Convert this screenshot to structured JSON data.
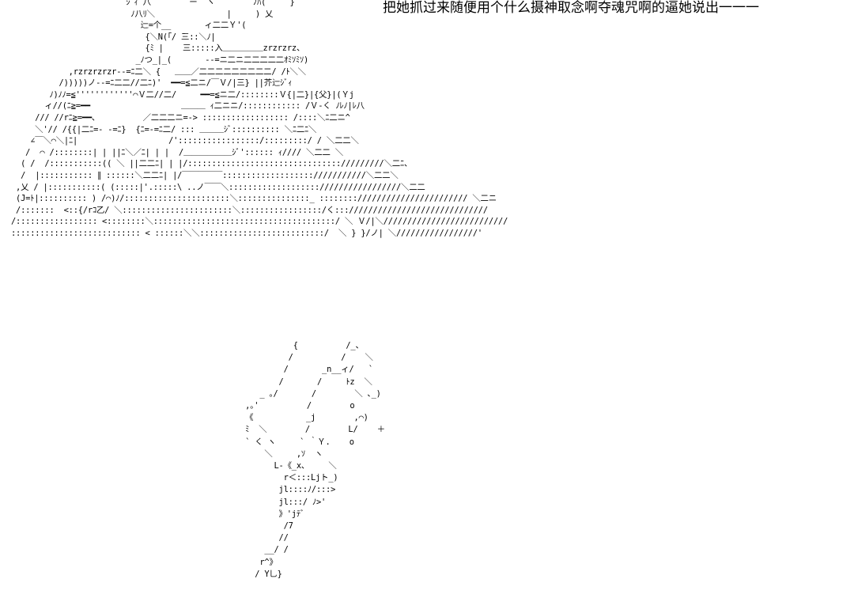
{
  "caption": "把她抓过来随便用个什么摄神取念啊夺魂咒啊的逼她说出一一一",
  "art": {
    "top": "                        ｼﾞｨ 八        ー  ヽ        ﾉﾊ(     }\n                         ﾉ八ﾘ＼               |     ) 乂\n                           辷=个__       ィ二二Ｙ'(\n                            {＼N(「/ ̄三::＼ﾉ|\n                            {ﾐ |    三:::::入＿＿＿＿＿zrzrzrz、\n                          _ﾉつ_|_(       --=ニ二ニ二二二二二ｵﾐｿﾐｿ)\n            ,rzrzrzrzr--=ﾆ二＼ {   ＿＿／二二二二二二二二二/ /ﾄ＼＼\n          /)))))ノ--=ﾆ二二//二ﾆ)'  ━━=≦二ニ/￣Ｖ/|三} ||芥辷ｼﾞｨ\n        ﾉ)ﾉﾉ=≦''''''''''''⌒Ｖ二//二/     ━━=≦ニ二/::::::::Ｖ{|二}|{父}|(Ｙj\n       ィ//(ﾆ≧=━━                   ＿＿＿ ｨ二ニニ/:::::::::::: /Ｖ-く ﾉﾚﾉ|ﾚ八\n     /// //rﾆ≧=━━、         ／二二二ニ=-> :::::::::::::::::: /::::＼ﾆ二ニ^\n     ＼'// /{{|二ﾆ=- -=ﾆ}  {ﾆ=-=ﾆ二/ ::: ＿＿＿ｼﾞ:::::::::: ＼ﾆ二ﾆ＼\n    ∠￣＼⌒＼|ﾆ|                   /':::::::::::::::::/:::::::::/ / ＼二二＼\n   /  ⌒ /::::::::| | ||ﾆ＼／ﾆ| | |  /＿＿＿＿＿＿ｼﾞ':::::: ｨ//// ＼二二 ＼\n  ( /  /:::::::::::(( ＼ ||二二ﾆ| | |/:::::::::::::::::::::::::::::::://///////＼二ﾆ、\n  /  |::::::::::: ∥ ::::::＼二二ﾆ| |/￣￣￣￣￣:::::::::::::::::::///////////＼二二＼\n ,乂 / |:::::::::::( (:::::|'.:::::\\ ..ノ￣￣＼::::::::::::::::::://///////////////＼二二\n (J=ﾄ|:::::::::: ) /⌒)ﾉ/::::::::::::::::::::::＼:::::::::::::::_ :::::::://///////////////////// ＼二ニ\n /:::::::  <::{/rｺ乙/ ＼:::::::::::::::::::::::＼:::::::::::::::::/く::://///////////////////////////\n/::::::::::::::::: <::::::::＼::::::::::::::::::::::::::::::::::::::/ ＼ Ｖ/|＼//////////////////////////\n::::::::::::::::::::::::::: < ::::::＼＼::::::::::::::::::::::::::/  ＼ } }/ノ| ＼/////////////////'"
  },
  "art_bottom": "             {          /_、\n            /          /    ＼\n           /       _n__ィ/   `\n          /       /     ﾄz  ＼\n      _ ｡/       /        ＼ ､_)\n   ,｡'          /        o\n   《           _j        ,⌒)\n   ﾐ  ＼        /        L/    ＋\n   ` く ヽ     ` ｀Ｙ.    o\n       ＼     ,ｿ  ヽ\n         L-《_x、    ＼\n           r＜:::Ljト_)\n          jl::::ﾉ/:::>\n          jl:::/ ﾉ>'\n          》'jﾃﾞ\n           /7\n          //\n       __/ /\n      r^》\n     / Y乚}"
}
